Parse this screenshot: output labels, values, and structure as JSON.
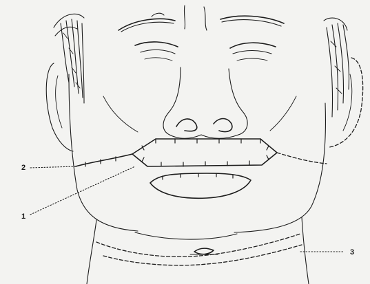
{
  "figure": {
    "background": "#f3f3f1",
    "ink_color": "#1c1c1c",
    "subject": "face-front-view-line-drawing",
    "callouts": [
      {
        "id": "callout-1",
        "text": "1"
      },
      {
        "id": "callout-2",
        "text": "2"
      },
      {
        "id": "callout-3",
        "text": "3"
      }
    ]
  }
}
